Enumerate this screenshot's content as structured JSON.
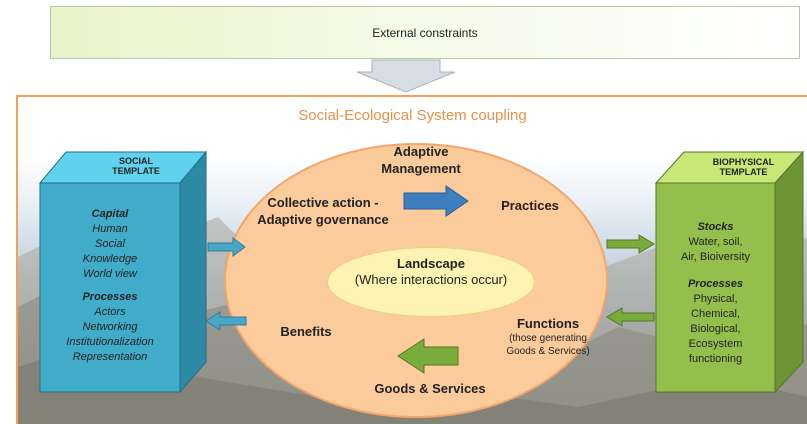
{
  "external_constraints": "External constraints",
  "ses_title": "Social-Ecological System coupling",
  "social": {
    "header_line1": "SOCIAL",
    "header_line2": "TEMPLATE",
    "capital_title": "Capital",
    "capital_items": [
      "Human",
      "Social",
      "Knowledge",
      "World view"
    ],
    "processes_title": "Processes",
    "processes_items": [
      "Actors",
      "Networking",
      "Institutionalization",
      "Representation"
    ]
  },
  "biophysical": {
    "header_line1": "BIOPHYSICAL",
    "header_line2": "TEMPLATE",
    "stocks_title": "Stocks",
    "stocks_items": [
      "Water, soil,",
      "Air, Bioiversity"
    ],
    "processes_title": "Processes",
    "processes_items": [
      "Physical,",
      "Chemical,",
      "Biological,",
      "Ecosystem",
      "functioning"
    ]
  },
  "coupling": {
    "adaptive_management_1": "Adaptive",
    "adaptive_management_2": "Management",
    "collective_action_1": "Collective action -",
    "collective_action_2": "Adaptive governance",
    "practices": "Practices",
    "landscape": "Landscape",
    "landscape_sub": "(Where interactions occur)",
    "benefits": "Benefits",
    "functions": "Functions",
    "functions_sub1": "(those generating",
    "functions_sub2": "Goods & Services)",
    "goods_services": "Goods & Services"
  },
  "colors": {
    "social_front": "#41acc9",
    "social_top": "#5fd3ee",
    "social_side": "#2d8aa5",
    "bio_front": "#95bf4c",
    "bio_top": "#c7e776",
    "bio_side": "#6e9434",
    "arrow_blue": "#3d7fbf",
    "arrow_green": "#78ad3c",
    "ellipse": "#fccb9c",
    "landscape_ellipse": "#fdf3b3",
    "frame": "#f0a25a"
  }
}
